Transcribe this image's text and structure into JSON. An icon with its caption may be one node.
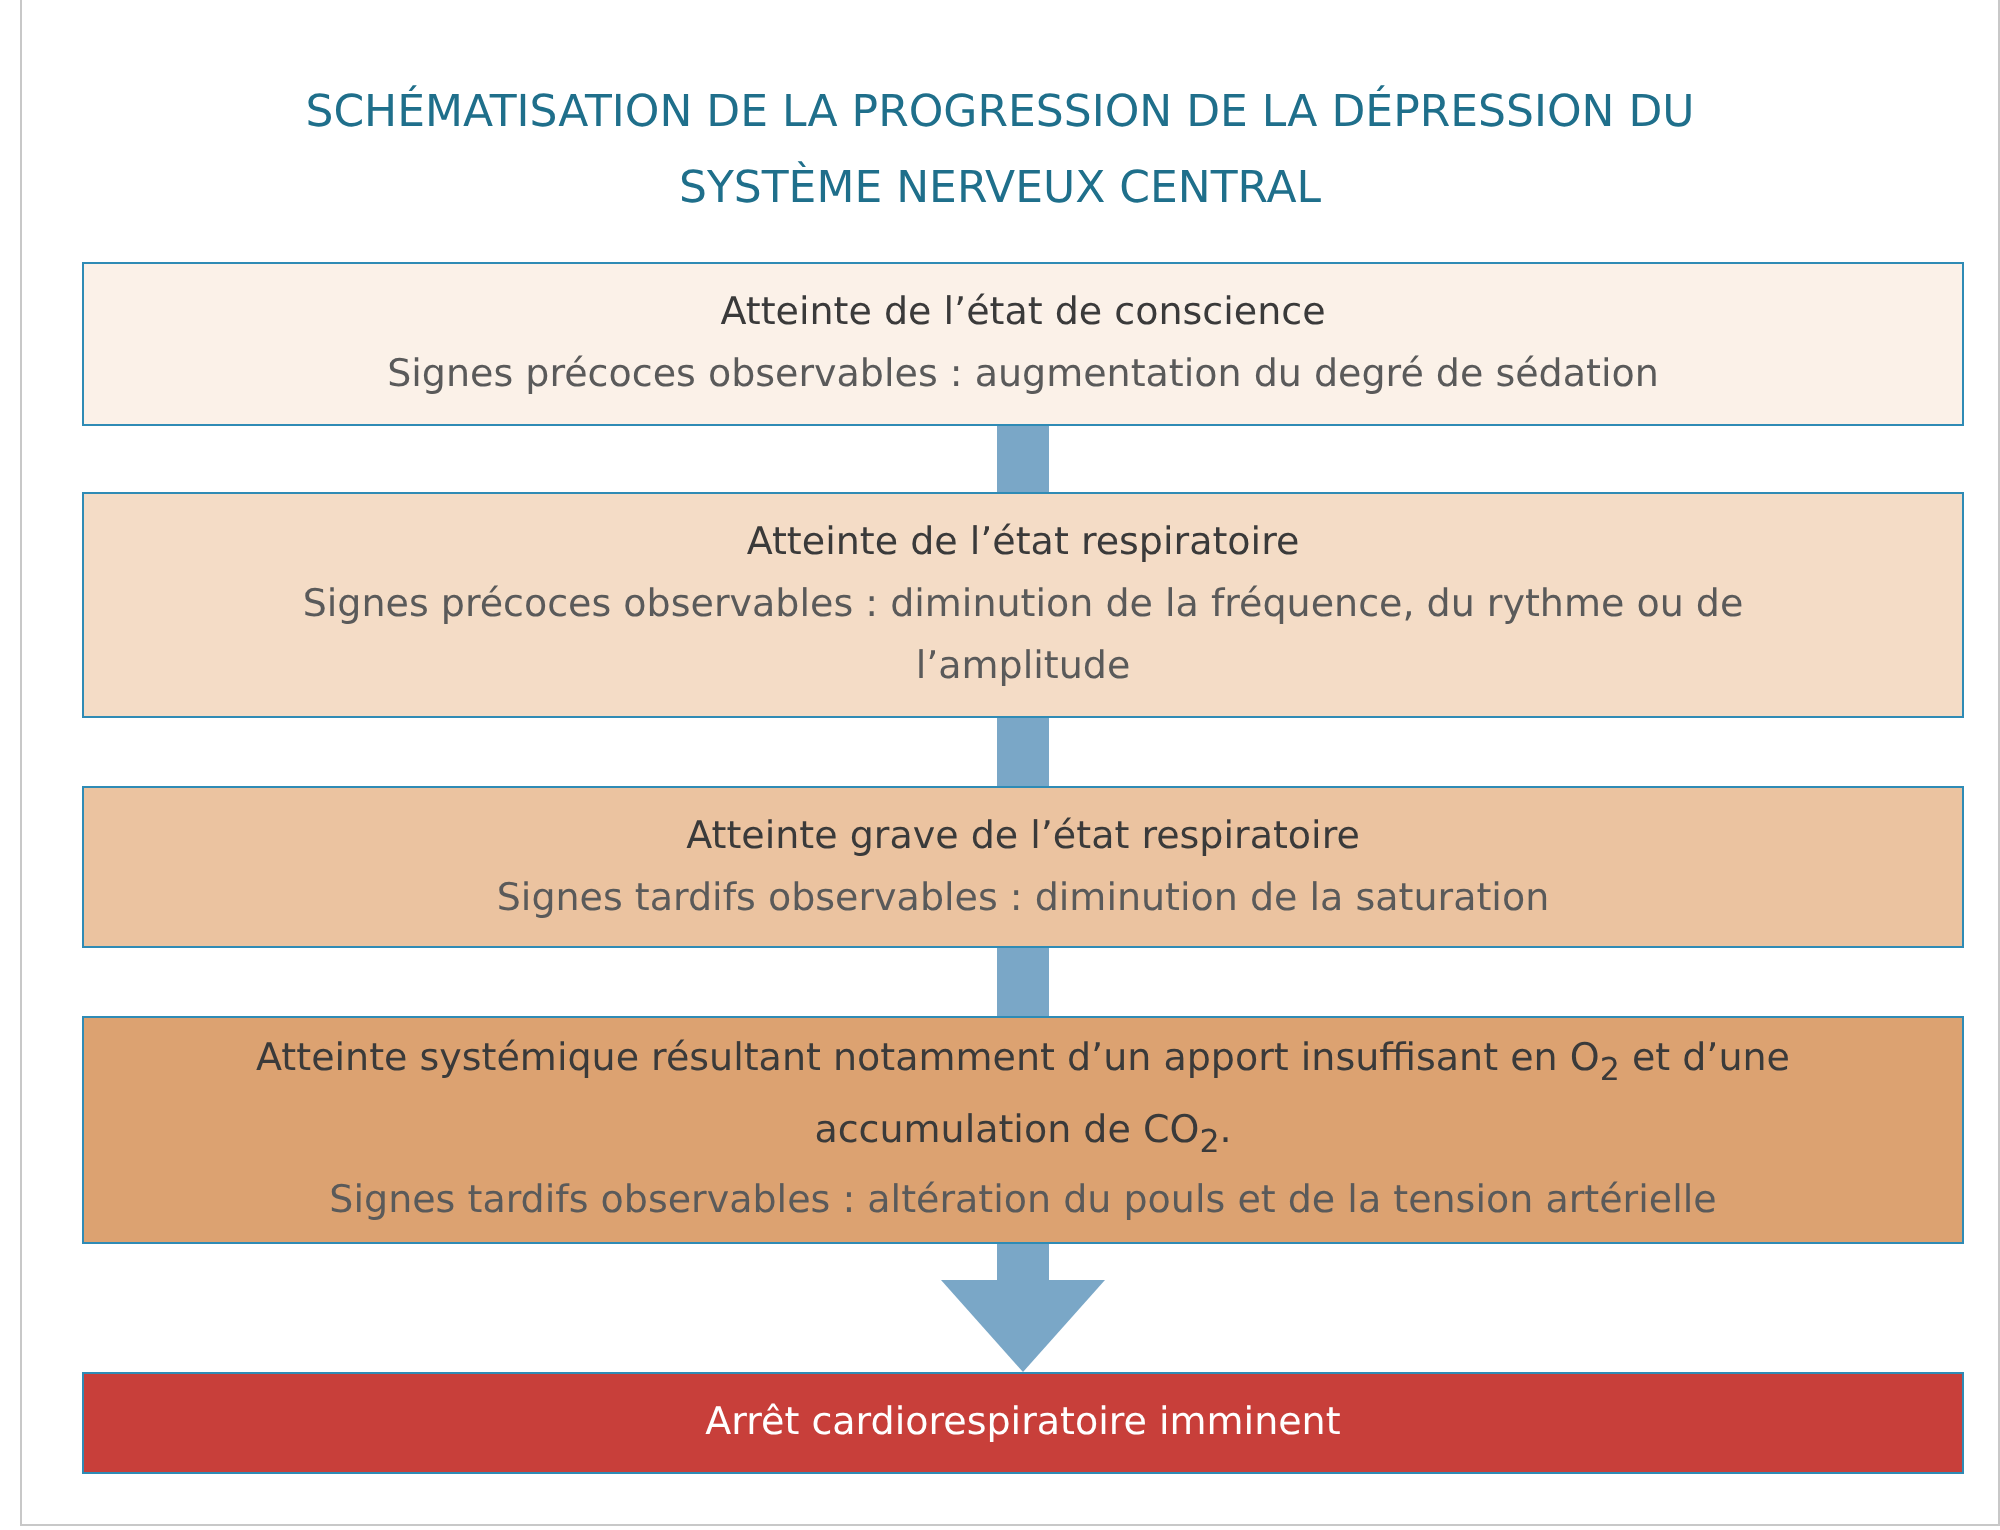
{
  "diagram": {
    "title": "SCHÉMATISATION DE LA PROGRESSION DE LA DÉPRESSION DU SYSTÈME NERVEUX CENTRAL",
    "nodes": [
      {
        "text": [
          "Atteinte de l’état de conscience",
          "Signes précoces observables : augmentation du degré de sédation"
        ]
      },
      {
        "text": [
          "Atteinte de l’état respiratoire",
          "Signes précoces observables : diminution de la fréquence, du rythme ou de l’amplitude"
        ]
      },
      {
        "text": [
          "Atteinte grave de l’état respiratoire",
          "Signes tardifs observables : diminution de la saturation"
        ]
      },
      {
        "text": [
          "Atteinte systémique résultant notamment d’un apport insuffisant en O$_{2}$ et d’une accumulation de CO$_{2}$.",
          "Signes tardifs observables : altération du pouls et de la tension artérielle"
        ]
      },
      {
        "text": [
          "Arrêt cardiorespiratoire imminent"
        ]
      }
    ],
    "edges": [
      {
        "from": 0,
        "to": 1,
        "arrow": "none"
      },
      {
        "from": 1,
        "to": 2,
        "arrow": "none"
      },
      {
        "from": 2,
        "to": 3,
        "arrow": "none"
      },
      {
        "from": 3,
        "to": 4,
        "arrow": "to"
      }
    ]
  }
}
